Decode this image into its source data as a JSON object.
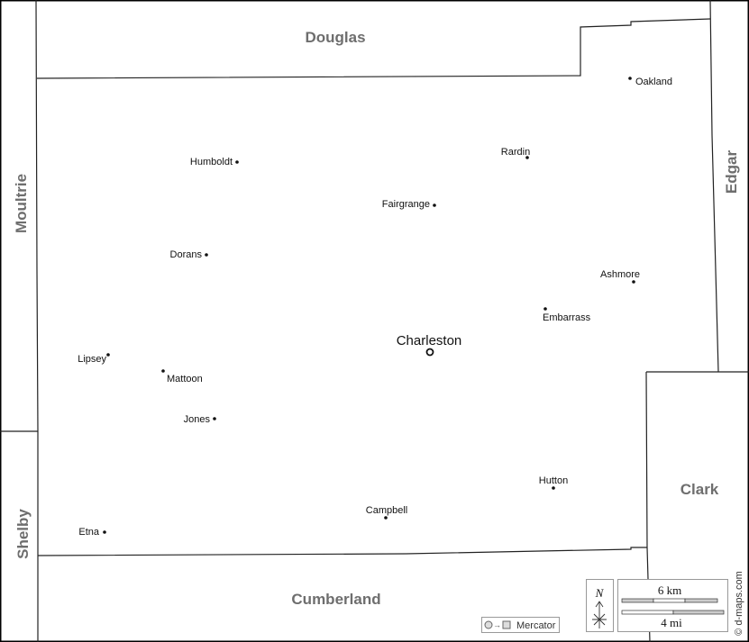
{
  "counties": {
    "douglas": "Douglas",
    "moultrie": "Moultrie",
    "edgar": "Edgar",
    "clark": "Clark",
    "shelby": "Shelby",
    "cumberland": "Cumberland"
  },
  "seat": "Charleston",
  "towns": {
    "oakland": "Oakland",
    "humboldt": "Humboldt",
    "rardin": "Rardin",
    "fairgrange": "Fairgrange",
    "dorans": "Dorans",
    "ashmore": "Ashmore",
    "embarrass": "Embarrass",
    "lipsey": "Lipsey",
    "mattoon": "Mattoon",
    "jones": "Jones",
    "hutton": "Hutton",
    "campbell": "Campbell",
    "etna": "Etna"
  },
  "legend": {
    "north": "N",
    "scale_km": "6 km",
    "scale_mi": "4 mi",
    "projection": "Mercator",
    "credit": "© d-maps.com"
  }
}
